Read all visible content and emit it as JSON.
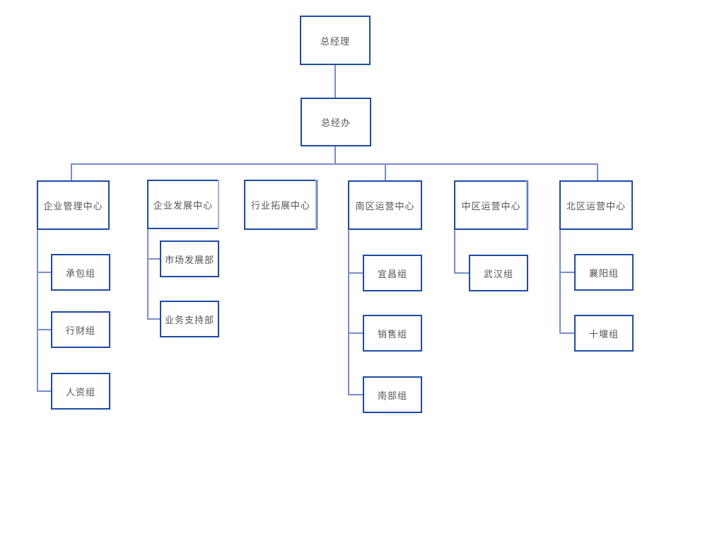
{
  "diagram": {
    "type": "org-chart",
    "background": "#ffffff",
    "colors": {
      "box_border": "#1d4ba6",
      "box_fill": "#ffffff",
      "connector": "#7a8cce",
      "connector_light": "#9fb0e4",
      "text": "#555555"
    },
    "nodes": [
      {
        "id": "ceo",
        "label": "总经理",
        "parent": null
      },
      {
        "id": "gm-office",
        "label": "总经办",
        "parent": "ceo"
      },
      {
        "id": "enterprise-mgmt-center",
        "label": "企业管理中心",
        "parent": "gm-office"
      },
      {
        "id": "contracting-group",
        "label": "承包组",
        "parent": "enterprise-mgmt-center"
      },
      {
        "id": "admin-finance-group",
        "label": "行财组",
        "parent": "enterprise-mgmt-center"
      },
      {
        "id": "hr-group",
        "label": "人资组",
        "parent": "enterprise-mgmt-center"
      },
      {
        "id": "enterprise-dev-center",
        "label": "企业发展中心",
        "parent": "gm-office"
      },
      {
        "id": "market-dev-dept",
        "label": "市场发展部",
        "parent": "enterprise-dev-center"
      },
      {
        "id": "business-support-dept",
        "label": "业务支持部",
        "parent": "enterprise-dev-center"
      },
      {
        "id": "industry-expansion-center",
        "label": "行业拓展中心",
        "parent": "gm-office"
      },
      {
        "id": "south-ops-center",
        "label": "南区运营中心",
        "parent": "gm-office"
      },
      {
        "id": "yichang-group",
        "label": "宜昌组",
        "parent": "south-ops-center"
      },
      {
        "id": "sales-group",
        "label": "销售组",
        "parent": "south-ops-center"
      },
      {
        "id": "south-group",
        "label": "南部组",
        "parent": "south-ops-center"
      },
      {
        "id": "central-ops-center",
        "label": "中区运营中心",
        "parent": "gm-office"
      },
      {
        "id": "wuhan-group",
        "label": "武汉组",
        "parent": "central-ops-center"
      },
      {
        "id": "north-ops-center",
        "label": "北区运营中心",
        "parent": "gm-office"
      },
      {
        "id": "xiangyang-group",
        "label": "襄阳组",
        "parent": "north-ops-center"
      },
      {
        "id": "shiyan-group",
        "label": "十堰组",
        "parent": "north-ops-center"
      }
    ]
  }
}
